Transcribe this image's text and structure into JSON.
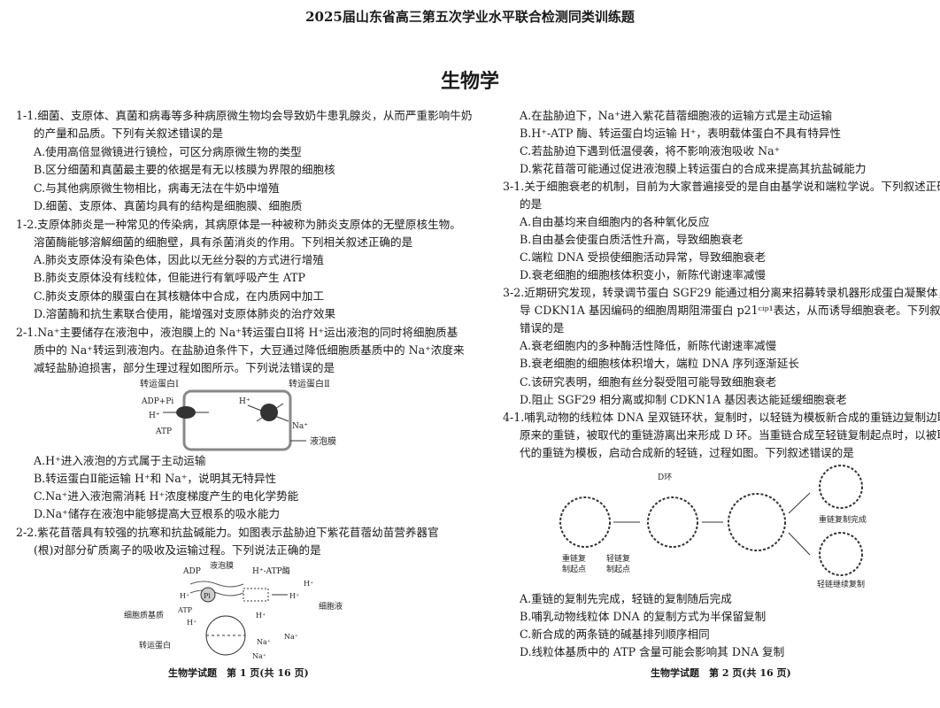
{
  "header": {
    "title": "2025届山东省高三第五次学业水平联合检测同类训练题",
    "subject": "生物学"
  },
  "left": [
    "1-1.细菌、支原体、真菌和病毒等多种病原微生物均会导致奶牛患乳腺炎，从而严重影响牛奶",
    "的产量和品质。下列有关叙述错误的是",
    "A.使用高倍显微镜进行镜检，可区分病原微生物的类型",
    "B.区分细菌和真菌最主要的依据是有无以核膜为界限的细胞核",
    "C.与其他病原微生物相比，病毒无法在牛奶中增殖",
    "D.细菌、支原体、真菌均具有的结构是细胞膜、细胞质",
    "1-2.支原体肺炎是一种常见的传染病，其病原体是一种被称为肺炎支原体的无壁原核生物。",
    "溶菌酶能够溶解细菌的细胞壁，具有杀菌消炎的作用。下列相关叙述正确的是",
    "A.肺炎支原体没有染色体，因此以无丝分裂的方式进行增殖",
    "B.肺炎支原体没有线粒体，但能进行有氧呼吸产生 ATP",
    "C.肺炎支原体的膜蛋白在其核糖体中合成，在内质网中加工",
    "D.溶菌酶和抗生素联合使用，能增强对支原体肺炎的治疗效果",
    "2-1.Na⁺主要储存在液泡中，液泡膜上的 Na⁺转运蛋白Ⅱ将 H⁺运出液泡的同时将细胞质基",
    "质中的 Na⁺转运到液泡内。在盐胁迫条件下，大豆通过降低细胞质基质中的 Na⁺浓度来",
    "减轻盐胁迫损害，部分生理过程如图所示。下列说法错误的是",
    "A.H⁺进入液泡的方式属于主动运输",
    "B.转运蛋白Ⅱ能运输 H⁺和 Na⁺，说明其无特异性",
    "C.Na⁺进入液泡需消耗 H⁺浓度梯度产生的电化学势能",
    "D.Na⁺储存在液泡中能够提高大豆根系的吸水能力",
    "2-2.紫花苜蓿具有较强的抗寒和抗盐碱能力。如图表示盐胁迫下紫花苜蓿幼苗营养器官",
    "(根)对部分矿质离子的吸收及运输过程。下列说法正确的是"
  ],
  "right": [
    "A.在盐胁迫下，Na⁺进入紫花苜蓿细胞液的运输方式是主动运输",
    "B.H⁺-ATP 酶、转运蛋白均运输 H⁺，表明载体蛋白不具有特异性",
    "C.若盐胁迫下遇到低温侵袭，将不影响液泡吸收 Na⁺",
    "D.紫花苜蓿可能通过促进液泡膜上转运蛋白的合成来提高其抗盐碱能力",
    "3-1.关于细胞衰老的机制，目前为大家普遍接受的是自由基学说和端粒学说。下列叙述正确",
    "的是",
    "A.自由基均来自细胞内的各种氧化反应",
    "B.自由基会使蛋白质活性升高，导致细胞衰老",
    "C.端粒 DNA 受损使细胞活动异常，导致细胞衰老",
    "D.衰老细胞的细胞核体积变小，新陈代谢速率减慢",
    "3-2.近期研究发现，转录调节蛋白 SGF29 能通过相分离来招募转录机器形成蛋白凝聚体，介",
    "导 CDKN1A 基因编码的细胞周期阻滞蛋白 p21ᶜⁱᵖ¹表达，从而诱导细胞衰老。下列叙述",
    "错误的是",
    "A.衰老细胞内的多种酶活性降低，新陈代谢速率减慢",
    "B.衰老细胞的细胞核体积增大，端粒 DNA 序列逐渐延长",
    "C.该研究表明，细胞有丝分裂受阻可能导致细胞衰老",
    "D.阻止 SGF29 相分离或抑制 CDKN1A 基因表达能延缓细胞衰老",
    "4-1.哺乳动物的线粒体 DNA 呈双链环状，复制时，以轻链为模板新合成的重链边复制边取代",
    "原来的重链，被取代的重链游离出来形成 D 环。当重链合成至轻链复制起点时，以被取",
    "代的重链为模板，启动合成新的轻链，过程如图。下列叙述错误的是",
    "A.重链的复制先完成，轻链的复制随后完成",
    "B.哺乳动物线粒体 DNA 的复制方式为半保留复制",
    "C.新合成的两条链的碱基排列顺序相同",
    "D.线粒体基质中的 ATP 含量可能会影响其 DNA 复制"
  ],
  "fig1": {
    "p1": "转运蛋白Ⅰ",
    "p2": "转运蛋白Ⅱ",
    "adp": "ADP+Pi",
    "h": "H⁺",
    "atp": "ATP",
    "h2": "H⁺",
    "na": "Na⁺",
    "membrane": "液泡膜"
  },
  "fig2": {
    "membrane": "液泡膜",
    "adp": "ADP",
    "pump": "H⁺-ATP酶",
    "pi": "Pi",
    "h1": "H⁺",
    "h2": "H⁺",
    "h3": "H⁺",
    "atp": "ATP",
    "cyto": "细胞质基质",
    "sap": "细胞液",
    "carrier": "转运蛋白",
    "na1": "Na⁺",
    "na2": "Na⁺",
    "na3": "Na⁺",
    "h4": "H⁺",
    "h5": "H⁺"
  },
  "fig3": {
    "dloop": "D环",
    "heavy": "重链复制完成",
    "origin_h": "重链复\n制起点",
    "origin_h1": "重链复",
    "origin_h2": "制起点",
    "origin_l1": "轻链复",
    "origin_l2": "制起点",
    "light": "轻链继续复制"
  },
  "footer": {
    "left": "生物学试题　第 1 页(共 16 页)",
    "right": "生物学试题　第 2 页(共 16 页)"
  }
}
